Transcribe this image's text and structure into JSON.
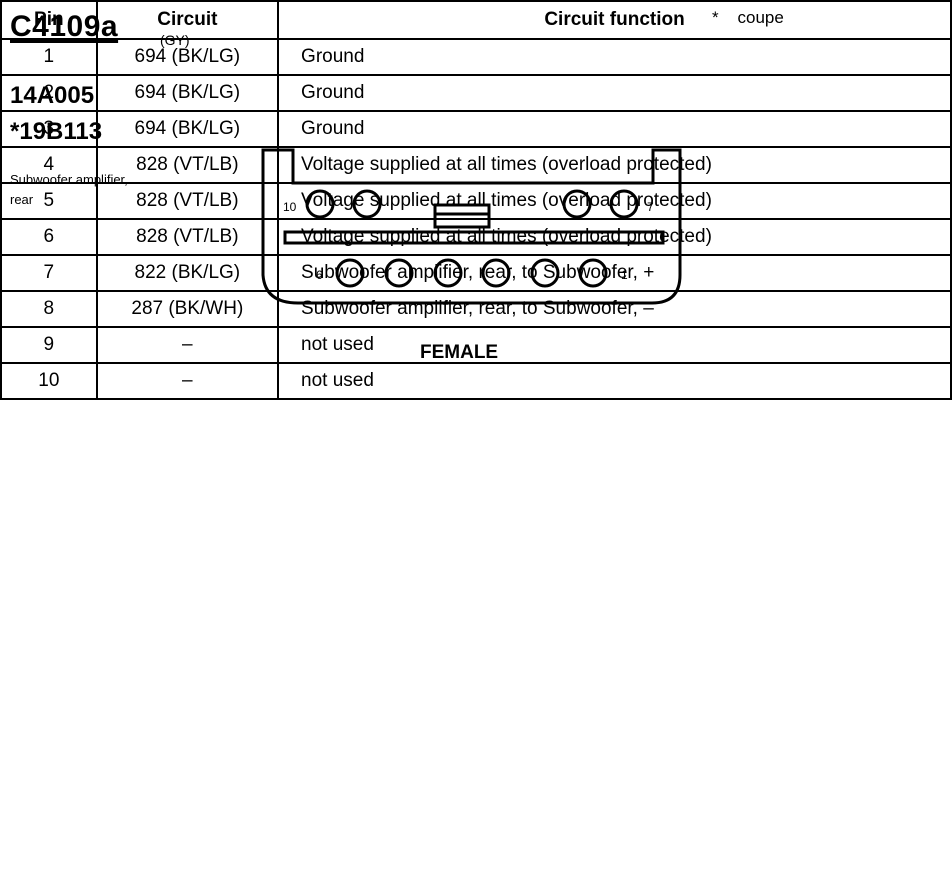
{
  "header": {
    "connector_id": "C4109a",
    "color_code": "(GY)",
    "footnote": "*    coupe",
    "part_numbers": [
      "14A005",
      "*19B113"
    ],
    "description_lines": [
      "Subwoofer amplifier,",
      "rear"
    ]
  },
  "diagram": {
    "gender_label": "FEMALE",
    "pin_labels": {
      "top_left": "10",
      "top_right": "7",
      "bottom_left": "6",
      "bottom_right": "1"
    }
  },
  "table": {
    "headers": [
      "Pin",
      "Circuit",
      "Circuit function"
    ],
    "rows": [
      {
        "pin": "1",
        "circuit": "694 (BK/LG)",
        "function": "Ground"
      },
      {
        "pin": "2",
        "circuit": "694 (BK/LG)",
        "function": "Ground"
      },
      {
        "pin": "3",
        "circuit": "694 (BK/LG)",
        "function": "Ground"
      },
      {
        "pin": "4",
        "circuit": "828 (VT/LB)",
        "function": "Voltage supplied at all times (overload protected)"
      },
      {
        "pin": "5",
        "circuit": "828 (VT/LB)",
        "function": "Voltage supplied at all times (overload protected)"
      },
      {
        "pin": "6",
        "circuit": "828 (VT/LB)",
        "function": "Voltage supplied at all times (overload protected)"
      },
      {
        "pin": "7",
        "circuit": "822 (BK/LG)",
        "function": "Subwoofer amplifier, rear, to Subwoofer, +"
      },
      {
        "pin": "8",
        "circuit": "287 (BK/WH)",
        "function": "Subwoofer amplifier, rear, to Subwoofer, –"
      },
      {
        "pin": "9",
        "circuit": "–",
        "function": "not used"
      },
      {
        "pin": "10",
        "circuit": "–",
        "function": "not used"
      }
    ]
  }
}
